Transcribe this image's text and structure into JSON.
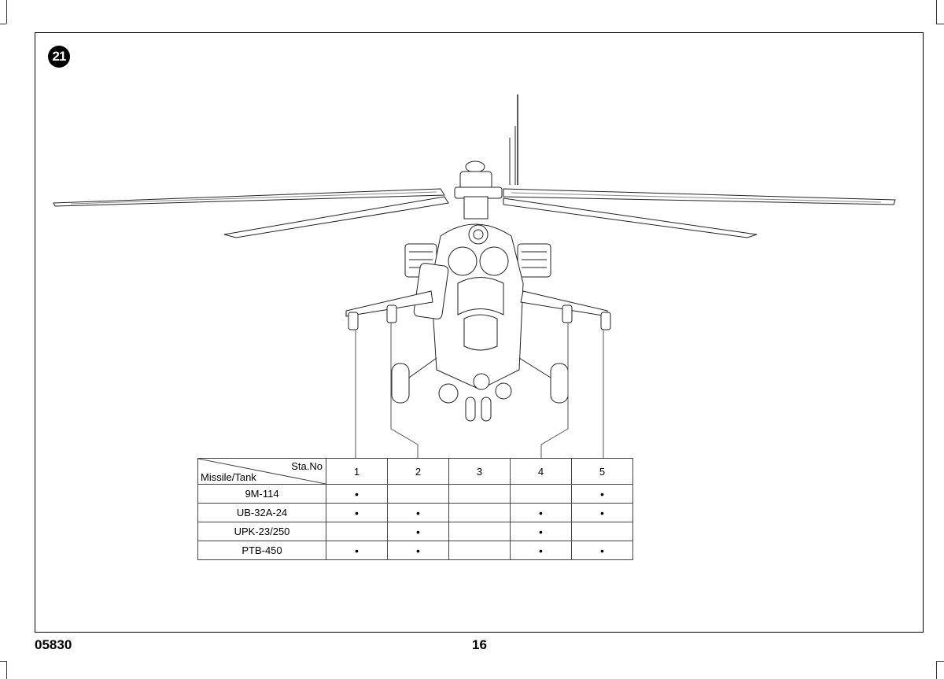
{
  "step": {
    "number": "21"
  },
  "table": {
    "corner_top": "Sta.No",
    "corner_bottom": "Missile/Tank",
    "stations": [
      "1",
      "2",
      "3",
      "4",
      "5"
    ],
    "rows": [
      {
        "label": "9M-114",
        "marks": [
          "•",
          "",
          "",
          "",
          "•"
        ]
      },
      {
        "label": "UB-32A-24",
        "marks": [
          "•",
          "•",
          "",
          "•",
          "•"
        ]
      },
      {
        "label": "UPK-23/250",
        "marks": [
          "",
          "•",
          "",
          "•",
          ""
        ]
      },
      {
        "label": "PTB-450",
        "marks": [
          "•",
          "•",
          "",
          "•",
          "•"
        ]
      }
    ]
  },
  "footer": {
    "code": "05830",
    "page": "16"
  }
}
